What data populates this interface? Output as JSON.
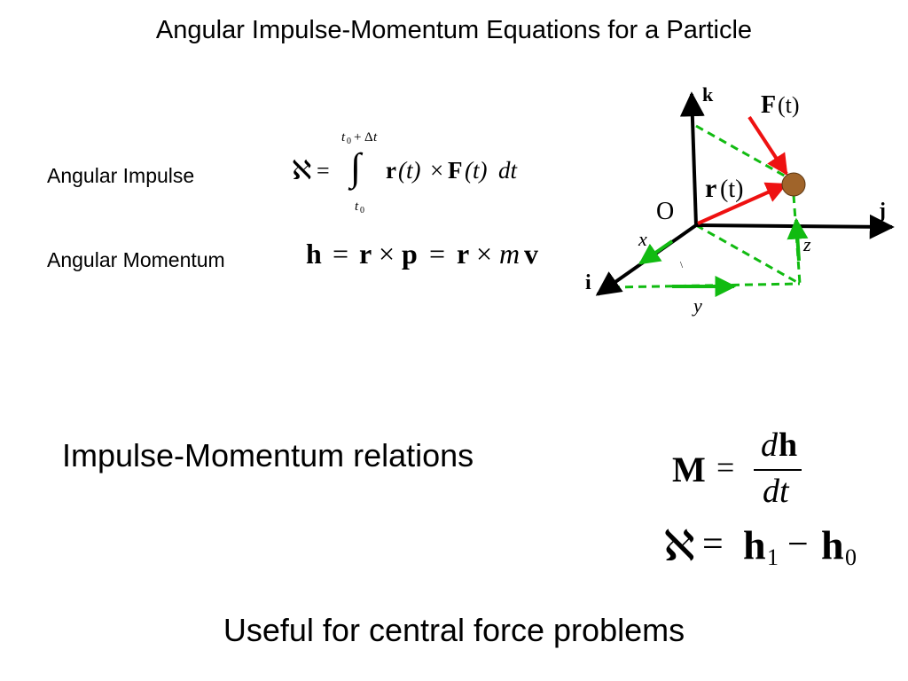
{
  "title": "Angular Impulse-Momentum Equations for a Particle",
  "labels": {
    "angular_impulse": "Angular Impulse",
    "angular_momentum": "Angular Momentum",
    "relations": "Impulse-Momentum relations",
    "closing": "Useful for central force problems"
  },
  "eq_impulse": {
    "lhs": "ℵ",
    "eq": "=",
    "upper_t": "t",
    "upper_t_sub": "0",
    "upper_plus": "+",
    "upper_delta": "Δ",
    "upper_dt": "t",
    "lower_t": "t",
    "lower_t_sub": "0",
    "integral": "∫",
    "r": "r",
    "paren_t1": "(t)",
    "cross": "×",
    "F": "F",
    "paren_t2": "(t)",
    "dt": "dt"
  },
  "eq_momentum": {
    "h": "h",
    "eq1": "=",
    "r1": "r",
    "cross1": "×",
    "p": "p",
    "eq2": "=",
    "r2": "r",
    "cross2": "×",
    "m": "m",
    "v": "v"
  },
  "eq_moment": {
    "M": "M",
    "eq": "=",
    "d_num": "d",
    "h_num": "h",
    "den": "dt"
  },
  "eq_change": {
    "lhs": "ℵ",
    "eq": "=",
    "h1": "h",
    "sub1": "1",
    "minus": "−",
    "h0": "h",
    "sub0": "0"
  },
  "diagram": {
    "axis_k": "k",
    "axis_j": "j",
    "axis_i": "i",
    "origin": "O",
    "force_bold": "F",
    "force_arg": "(t)",
    "pos_bold": "r",
    "pos_arg": "(t)",
    "comp_x": "x",
    "comp_y": "y",
    "comp_z": "z",
    "stray_mark": "\\",
    "colors": {
      "force": "#ee1111",
      "components": "#11bb11",
      "particle": "#a0642a",
      "axes": "#000000"
    }
  }
}
